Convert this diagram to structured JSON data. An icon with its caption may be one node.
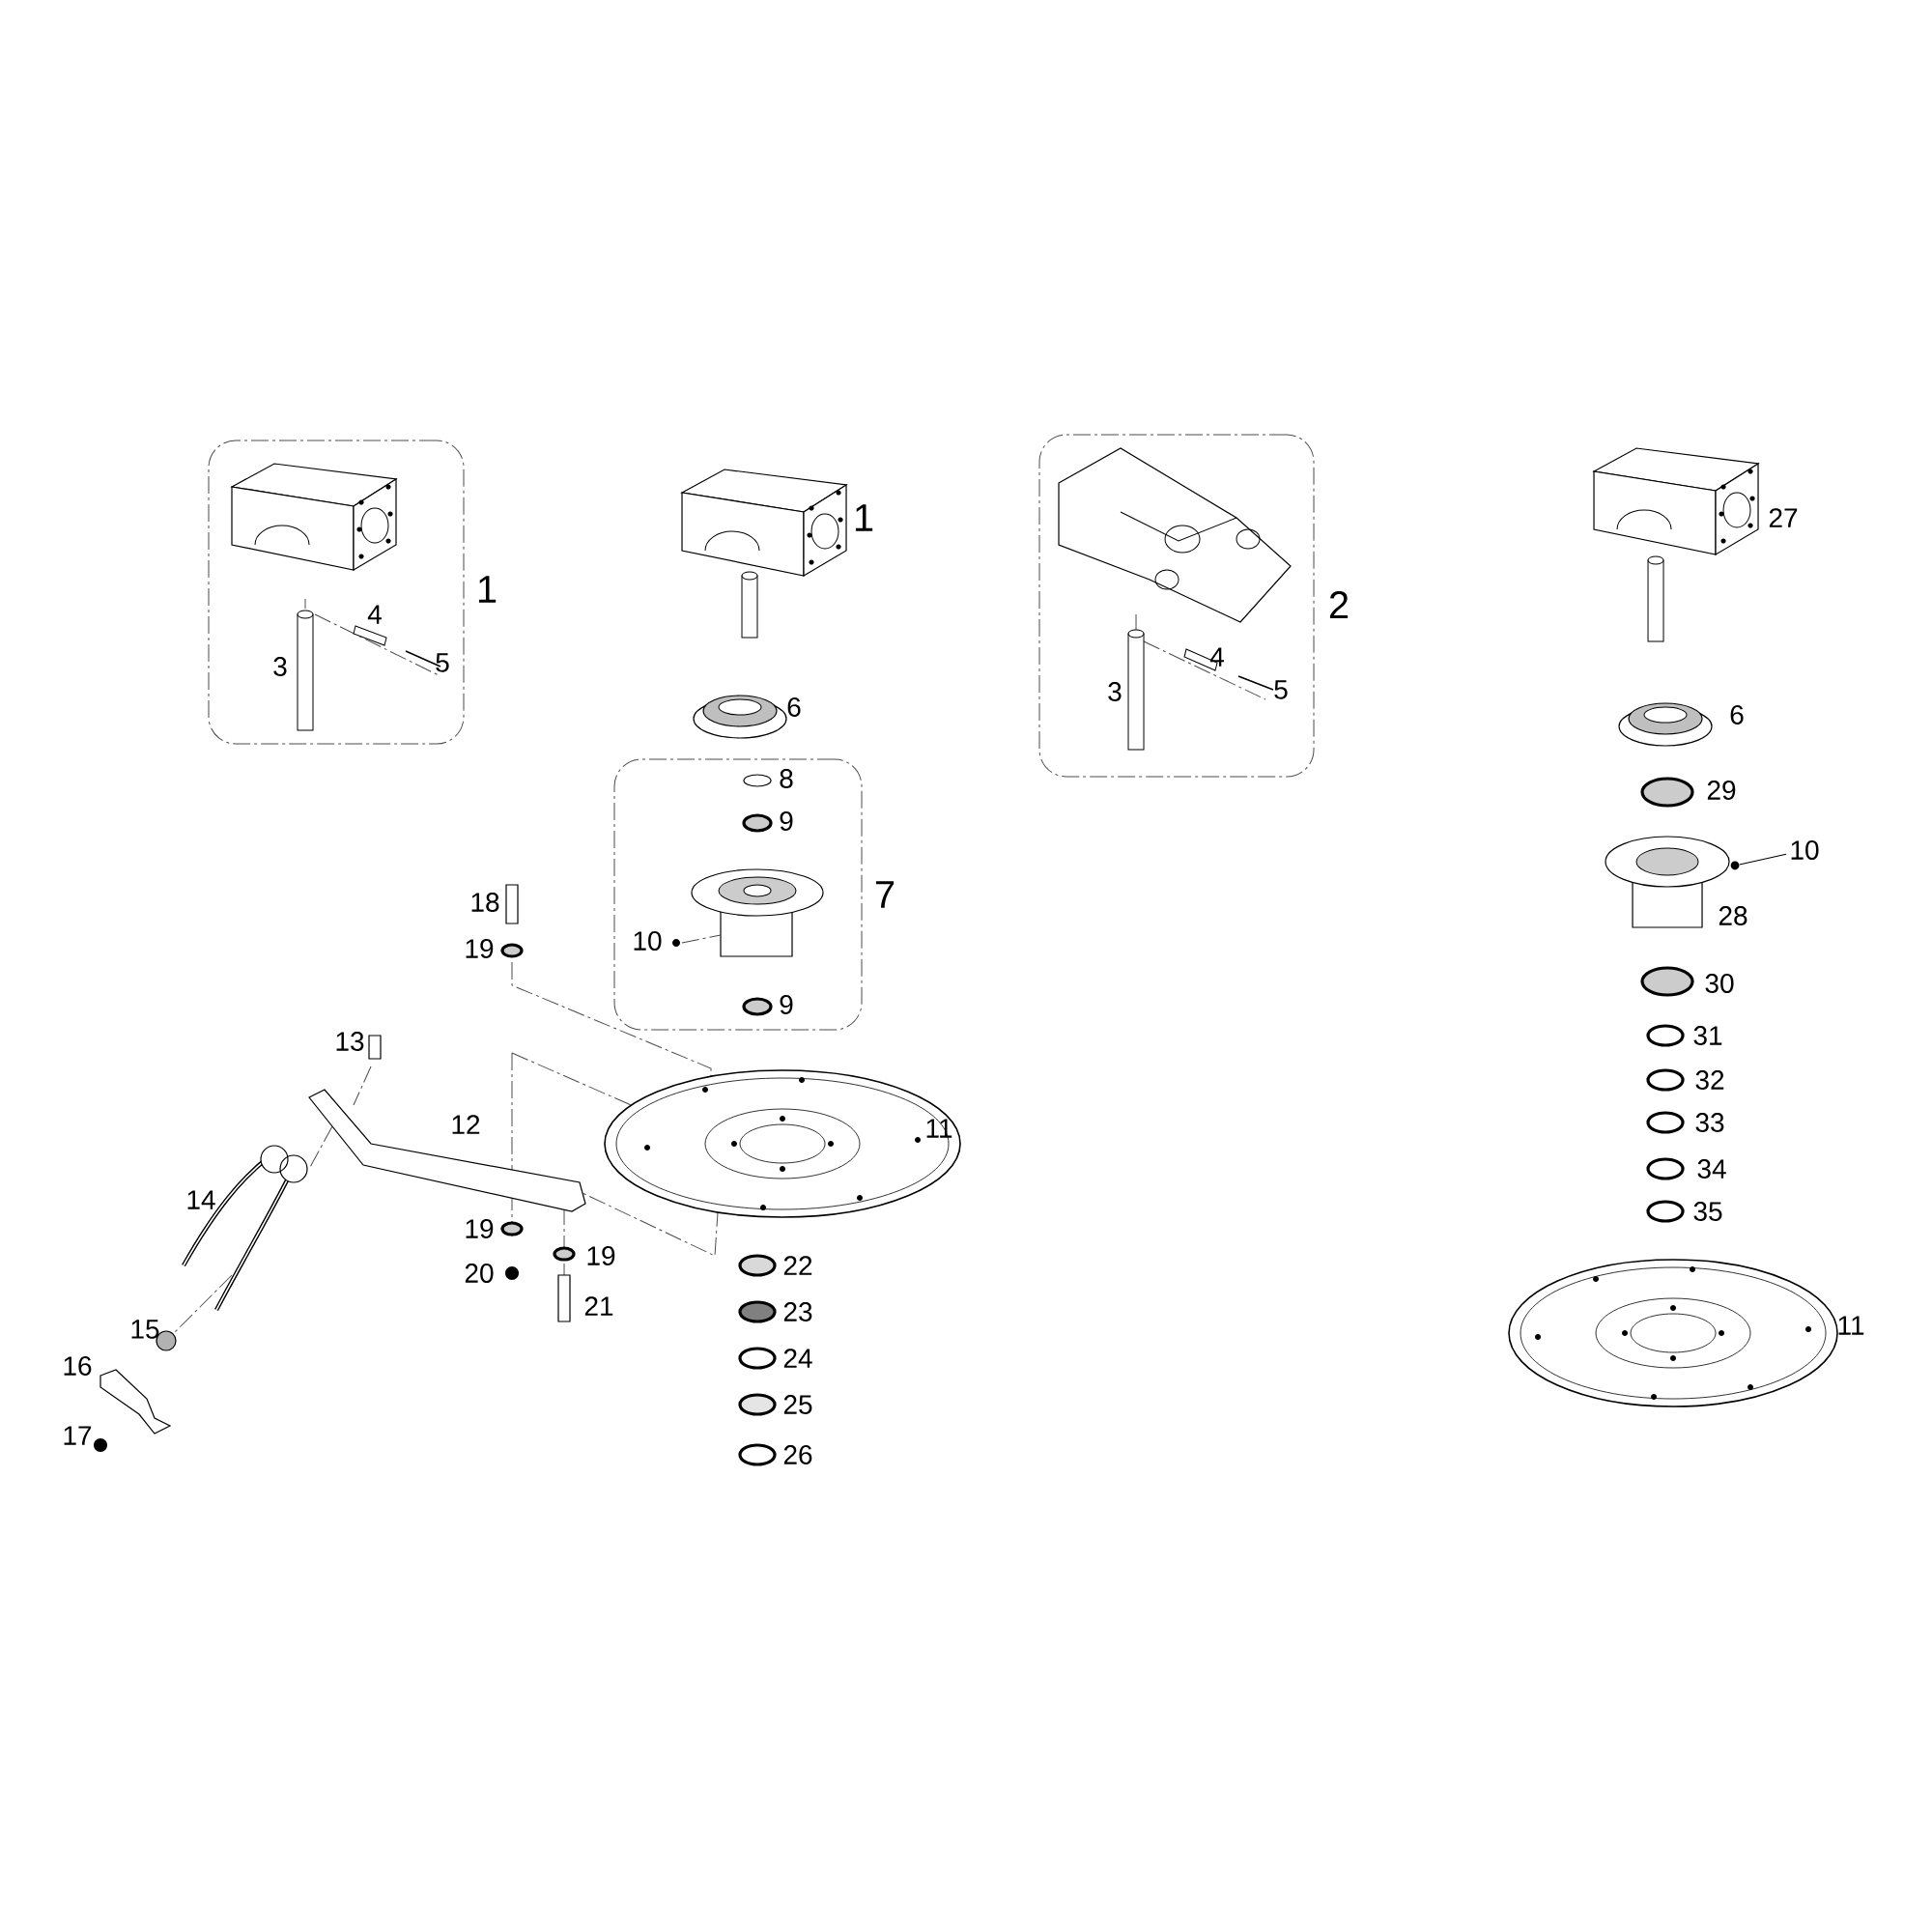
{
  "diagram": {
    "nodes": [
      {
        "text": [
          "1",
          "3",
          "4",
          "5"
        ]
      },
      {
        "text": [
          "7",
          "8",
          "9",
          "10",
          "9"
        ]
      },
      {
        "text": [
          "2",
          "3",
          "4",
          "5"
        ]
      },
      {
        "text": [
          "10"
        ]
      },
      {
        "text": [],
        "shape": "circle"
      }
    ],
    "edges": [
      {
        "from": 3,
        "to": 4,
        "arrow": "none"
      }
    ],
    "labels": [
      "1",
      "27",
      "6",
      "6",
      "29",
      "18",
      "28",
      "19",
      "30",
      "31",
      "13",
      "32",
      "33",
      "12",
      "11",
      "34",
      "14",
      "35",
      "19",
      "19",
      "20",
      "22",
      "21",
      "23",
      "11",
      "15",
      "24",
      "16",
      "25",
      "17",
      "26"
    ]
  }
}
